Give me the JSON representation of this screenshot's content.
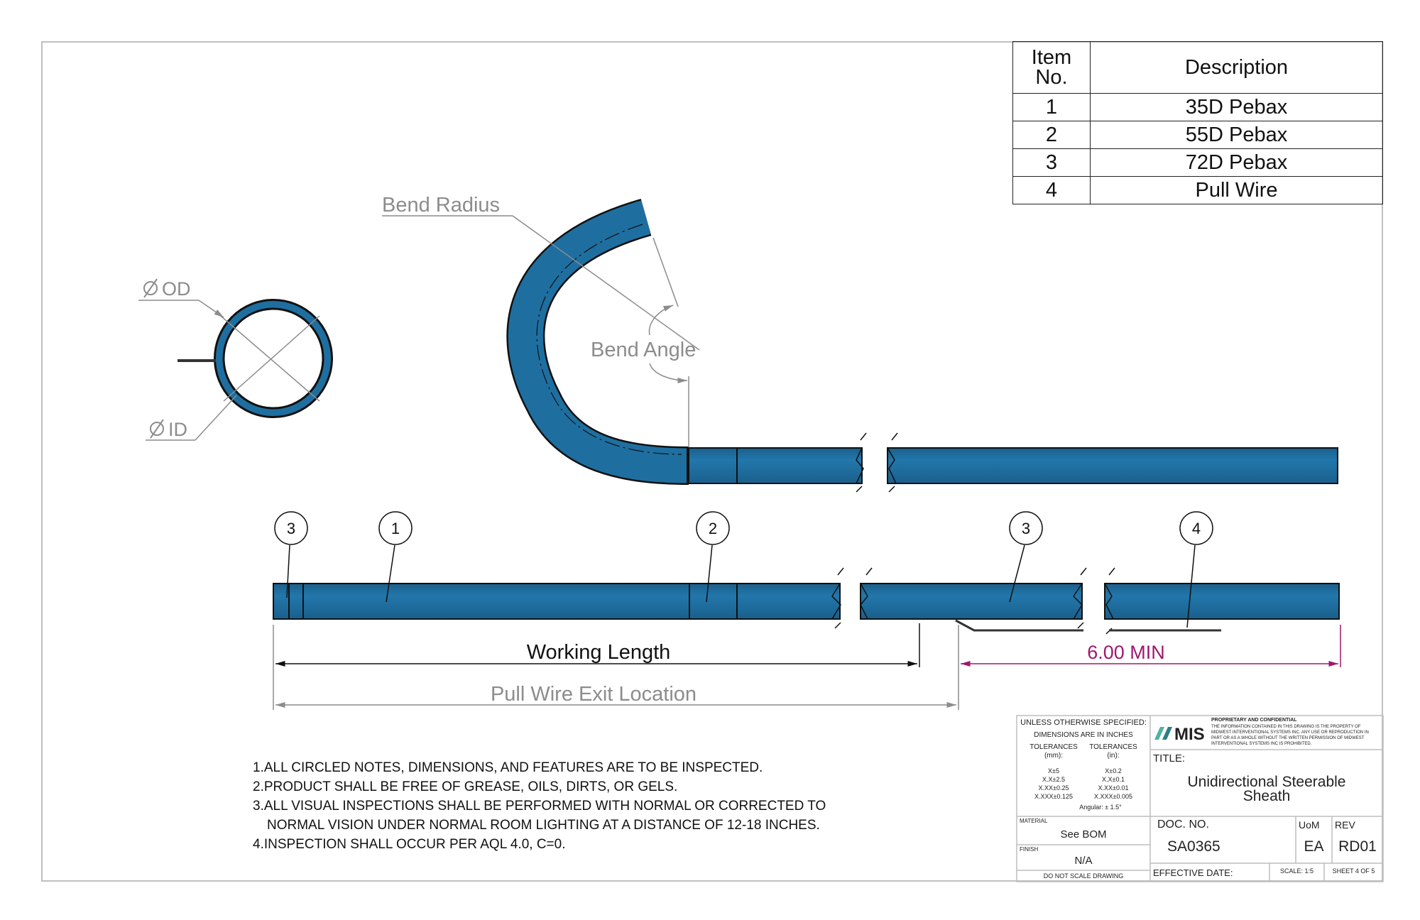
{
  "bom": {
    "headers": [
      "Item No.",
      "Description"
    ],
    "rows": [
      {
        "item": "1",
        "description": "35D Pebax"
      },
      {
        "item": "2",
        "description": "55D Pebax"
      },
      {
        "item": "3",
        "description": "72D Pebax"
      },
      {
        "item": "4",
        "description": "Pull Wire"
      }
    ]
  },
  "labels": {
    "od": "OD",
    "id": "ID",
    "bend_radius": "Bend Radius",
    "bend_angle": "Bend Angle",
    "working_length": "Working Length",
    "pull_wire_exit": "Pull Wire Exit Location",
    "min_length": "6.00 MIN"
  },
  "balloons": [
    "3",
    "1",
    "2",
    "3",
    "4"
  ],
  "notes": [
    "1.ALL CIRCLED NOTES, DIMENSIONS, AND FEATURES ARE TO BE INSPECTED.",
    "2.PRODUCT SHALL BE FREE OF GREASE, OILS, DIRTS, OR GELS.",
    "3.ALL VISUAL INSPECTIONS SHALL BE PERFORMED WITH NORMAL OR CORRECTED TO",
    "NORMAL VISION UNDER NORMAL ROOM LIGHTING AT A DISTANCE OF 12-18 INCHES.",
    "4.INSPECTION SHALL OCCUR PER AQL  4.0, C=0."
  ],
  "title_block": {
    "unless": "UNLESS OTHERWISE SPECIFIED:",
    "dims": "DIMENSIONS ARE IN INCHES",
    "tol_mm_label": "TOLERANCES (mm):",
    "tol_in_label": "TOLERANCES (in):",
    "tol_mm": [
      "X±5",
      "X.X±2.5",
      "X.XX±0.25",
      "X.XXX±0.125"
    ],
    "tol_in": [
      "X±0.2",
      "X.X±0.1",
      "X.XX±0.01",
      "X.XXX±0.005"
    ],
    "angular": "Angular: ± 1.5°",
    "material_label": "MATERIAL",
    "material": "See BOM",
    "finish_label": "FINISH",
    "finish": "N/A",
    "do_not_scale": "DO NOT SCALE DRAWING",
    "logo": "MIS",
    "proprietary": "PROPRIETARY AND CONFIDENTIAL",
    "proprietary_text": "THE INFORMATION CONTAINED IN THIS DRAWING IS THE PROPERTY OF MIDWEST INTERVENTIONAL SYSTEMS INC. ANY USE OR REPRODUCTION IN PART OR AS A WHOLE WITHOUT THE WRITTEN PERMISSION OF MIDWEST INTERVENTIONAL SYSTEMS INC IS PROHIBITED.",
    "title_label": "TITLE:",
    "title_line1": "Unidirectional Steerable",
    "title_line2": "Sheath",
    "doc_no_label": "DOC.  NO.",
    "doc_no": "SA0365",
    "uom_label": "UoM",
    "uom": "EA",
    "rev_label": "REV",
    "rev": "RD01",
    "effective_date": "EFFECTIVE DATE:",
    "scale": "SCALE: 1:5",
    "sheet": "SHEET 4 OF 5"
  },
  "colors": {
    "tube": "#1e6fa0",
    "tube_dark": "#174f73",
    "dimension_grey": "#8c8c8c",
    "magenta": "#a0186e"
  }
}
